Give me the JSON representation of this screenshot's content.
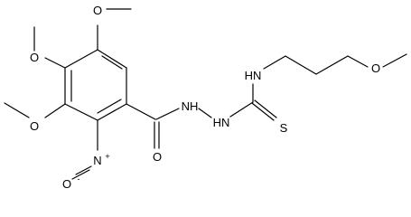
{
  "molecule": {
    "atom_labels": {
      "o_top": "O",
      "o_left_upper": "O",
      "o_left_lower": "O",
      "n_nitro": "N",
      "n_nitro_charge": "+",
      "o_nitro": "O",
      "o_nitro_charge": "-",
      "o_carbonyl": "O",
      "nh_hydrazide": "NH",
      "hn_hydrazide": "HN",
      "hn_amine": "HN",
      "s_thione": "S",
      "o_methoxy_chain": "O"
    }
  }
}
